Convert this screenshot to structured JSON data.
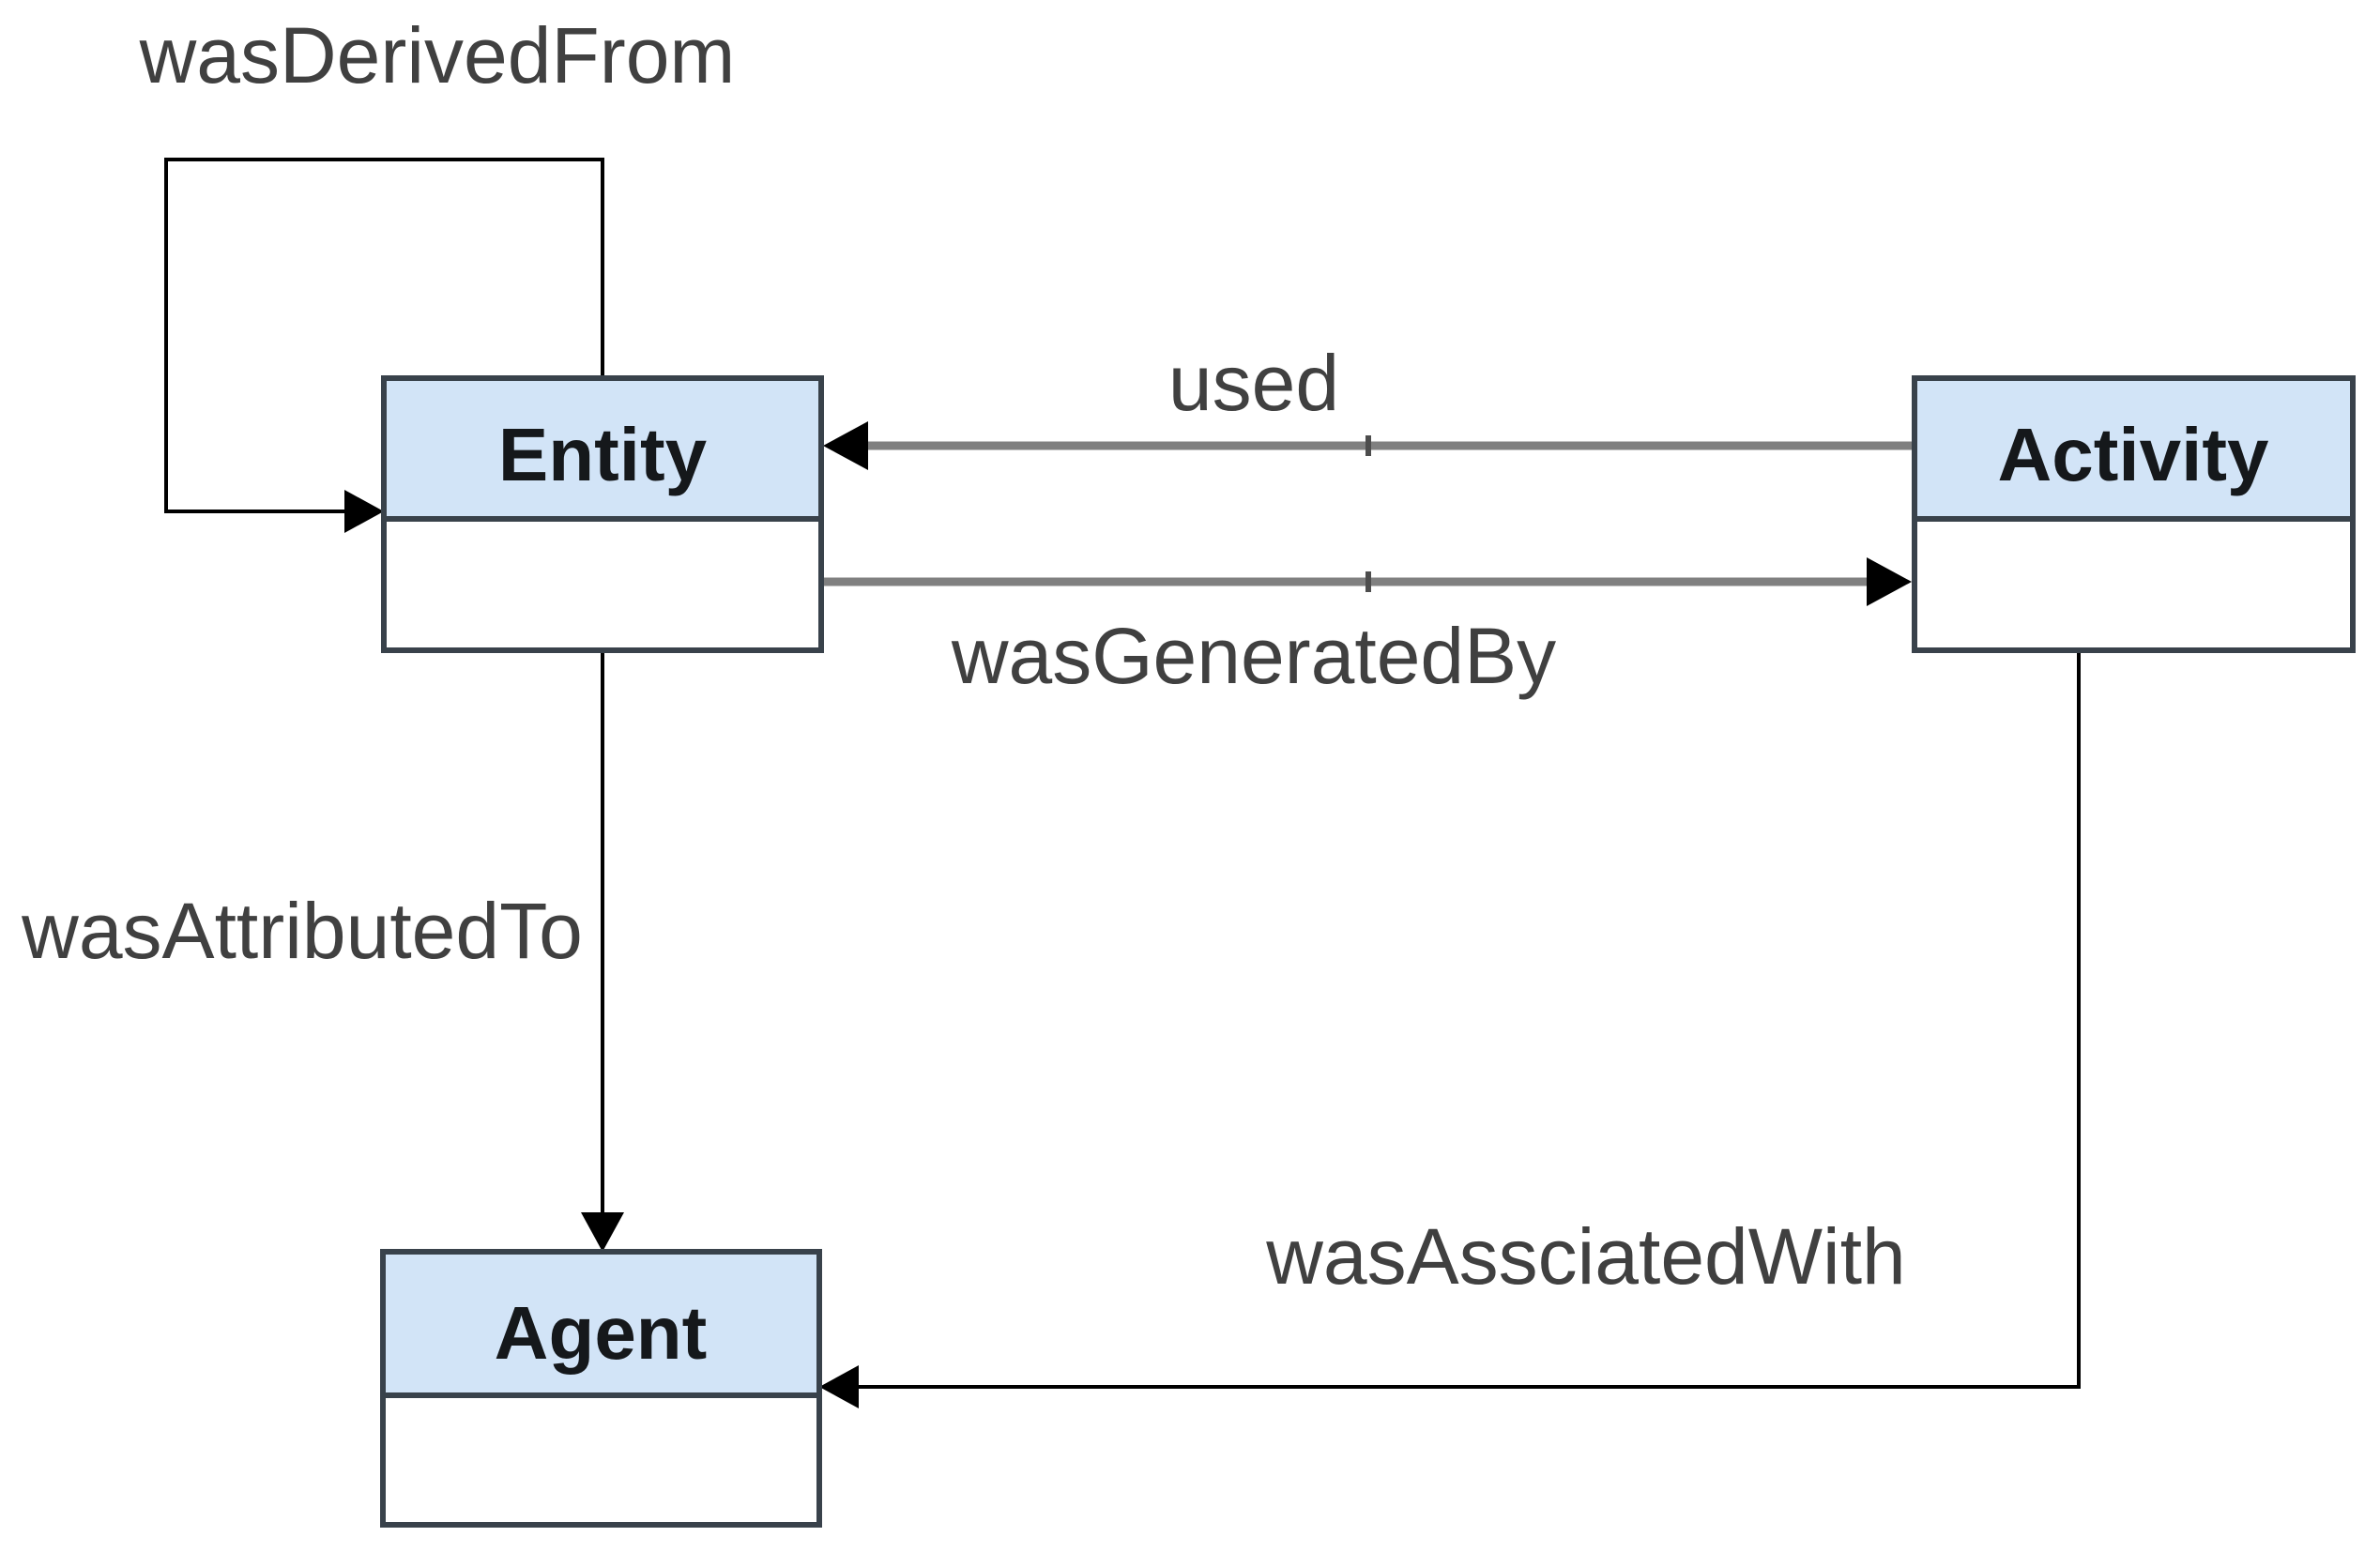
{
  "diagram": {
    "type": "provenance-class-diagram",
    "background": "#ffffff",
    "nodes": [
      {
        "id": "entity",
        "label": "Entity"
      },
      {
        "id": "activity",
        "label": "Activity"
      },
      {
        "id": "agent",
        "label": "Agent"
      }
    ],
    "edges": [
      {
        "id": "was-derived-from",
        "label": "wasDerivedFrom",
        "from": "Entity",
        "to": "Entity",
        "style": "thin-black-self-loop"
      },
      {
        "id": "used",
        "label": "used",
        "from": "Activity",
        "to": "Entity",
        "style": "thick-gray"
      },
      {
        "id": "was-generated-by",
        "label": "wasGeneratedBy",
        "from": "Entity",
        "to": "Activity",
        "style": "thick-gray"
      },
      {
        "id": "was-attributed-to",
        "label": "wasAttributedTo",
        "from": "Entity",
        "to": "Agent",
        "style": "thin-black"
      },
      {
        "id": "was-associated-with",
        "label": "wasAssciatedWith",
        "from": "Activity",
        "to": "Agent",
        "style": "thin-black"
      }
    ],
    "colors": {
      "node_header_fill": "#d2e4f7",
      "node_body_fill": "#ffffff",
      "node_stroke": "#39424b",
      "edge_gray": "#808080",
      "edge_black": "#000000",
      "midpoint_tick": "#4d4d4d",
      "edge_label_color": "#404040",
      "node_label_color": "#15181b"
    }
  }
}
